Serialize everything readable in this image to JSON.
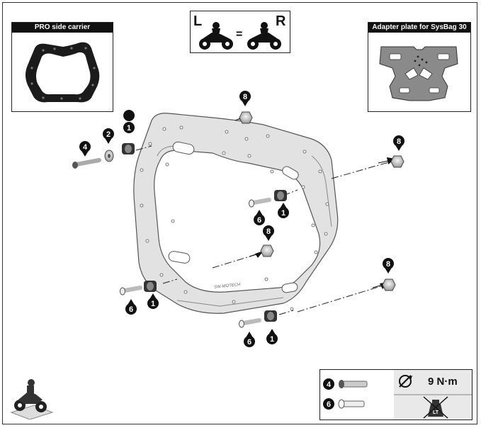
{
  "panels": {
    "left_title": "PRO side carrier",
    "right_title": "Adapter plate for SysBag 30"
  },
  "orientation": {
    "left_letter": "L",
    "right_letter": "R",
    "equals": "="
  },
  "callouts": {
    "n1": "1",
    "n2": "2",
    "n4": "4",
    "n6": "6",
    "n8": "8"
  },
  "torque": {
    "value": "9 N·m",
    "legend_bolt_num": "4",
    "legend_screw_num": "6",
    "threadlock_label": "LT"
  },
  "icons": {
    "torque": "torque-wrench-icon",
    "no_threadlock": "no-threadlock-icon",
    "motorcycle": "motorcycle-rider-icon",
    "workshop": "workshop-motorcycle-icon"
  }
}
